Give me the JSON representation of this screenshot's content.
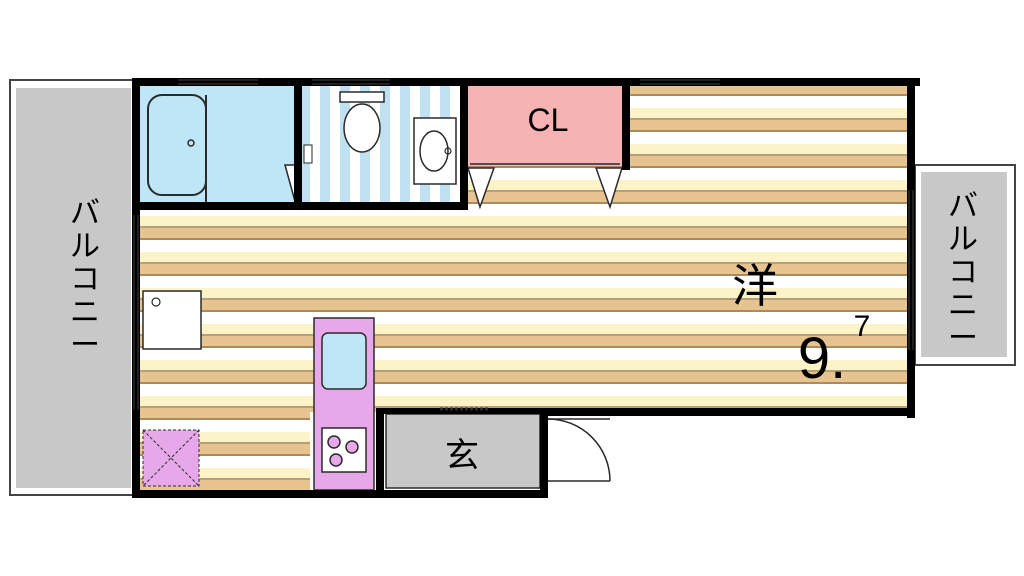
{
  "labels": {
    "room_western": "洋",
    "room_size_main": "9.",
    "room_size_sub": "7",
    "closet": "CL",
    "entrance": "玄",
    "balcony_left": [
      "バ",
      "ル",
      "コ",
      "ニ",
      "ー"
    ],
    "balcony_right": [
      "バ",
      "ル",
      "コ",
      "ニ",
      "ー"
    ]
  },
  "colors": {
    "wall": "#000000",
    "balcony": "#c8c8c8",
    "floor_light": "#fdf3c8",
    "floor_dark": "#e7c48f",
    "floor_white": "#ffffff",
    "bath": "#bfe6f7",
    "toilet_stripe": "#bfe1f1",
    "closet": "#f6b3b3",
    "kitchen": "#e7a8ea",
    "entrance": "#c8c8c8"
  }
}
